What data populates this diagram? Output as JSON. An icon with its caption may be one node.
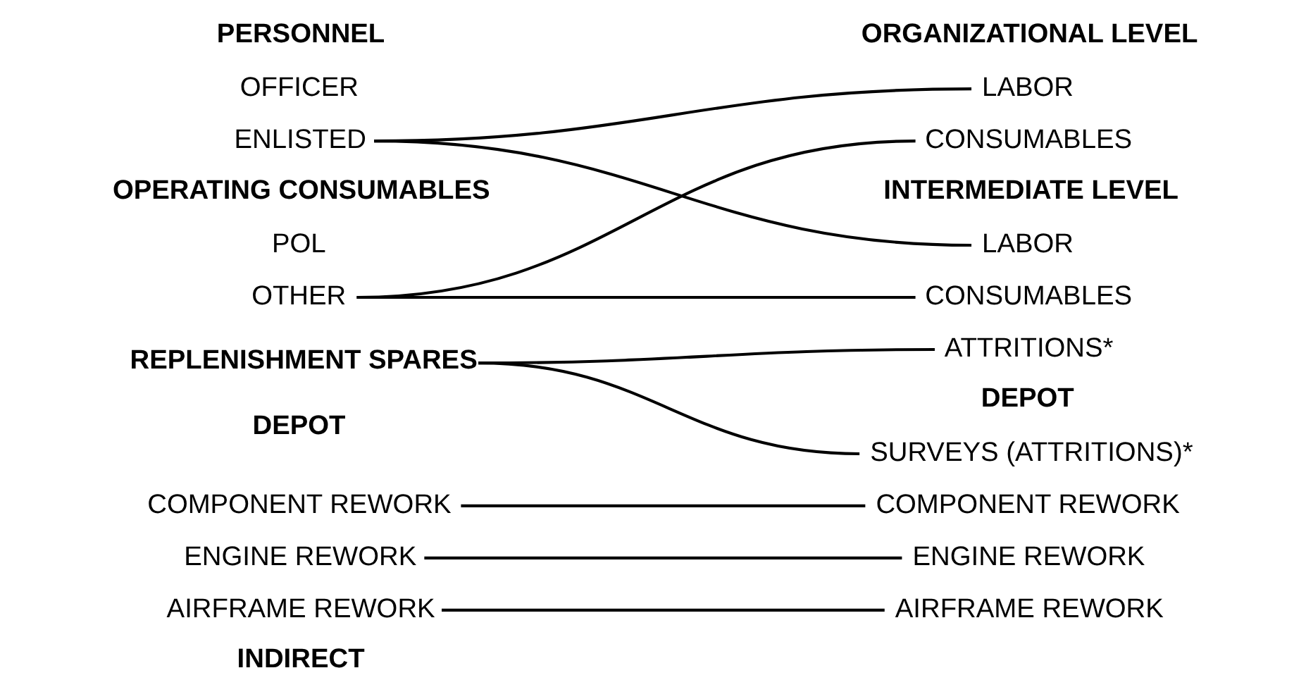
{
  "diagram": {
    "nodes": [
      {
        "text": [
          "OFFICER"
        ]
      },
      {
        "text": [
          "ENLISTED"
        ]
      },
      {
        "text": [
          "POL"
        ]
      },
      {
        "text": [
          "OTHER"
        ]
      },
      {
        "text": [
          "REPLENISHMENT SPARES"
        ]
      },
      {
        "text": [
          "COMPONENT REWORK"
        ]
      },
      {
        "text": [
          "ENGINE REWORK"
        ]
      },
      {
        "text": [
          "AIRFRAME REWORK"
        ]
      },
      {
        "text": [
          "LABOR"
        ]
      },
      {
        "text": [
          "CONSUMABLES"
        ]
      },
      {
        "text": [
          "LABOR"
        ]
      },
      {
        "text": [
          "CONSUMABLES"
        ]
      },
      {
        "text": [
          "ATTRITIONS*"
        ]
      },
      {
        "text": [
          "SURVEYS (ATTRITIONS)*"
        ]
      },
      {
        "text": [
          "COMPONENT REWORK"
        ]
      },
      {
        "text": [
          "ENGINE REWORK"
        ]
      },
      {
        "text": [
          "AIRFRAME REWORK"
        ]
      }
    ],
    "edges": [
      {
        "from": 1,
        "to": 8,
        "arrow": "none"
      },
      {
        "from": 1,
        "to": 10,
        "arrow": "none"
      },
      {
        "from": 3,
        "to": 9,
        "arrow": "none"
      },
      {
        "from": 3,
        "to": 11,
        "arrow": "none"
      },
      {
        "from": 4,
        "to": 12,
        "arrow": "none"
      },
      {
        "from": 4,
        "to": 13,
        "arrow": "none"
      },
      {
        "from": 5,
        "to": 14,
        "arrow": "none"
      },
      {
        "from": 6,
        "to": 15,
        "arrow": "none"
      },
      {
        "from": 7,
        "to": 16,
        "arrow": "none"
      }
    ],
    "labels": [
      "PERSONNEL",
      "OPERATING CONSUMABLES",
      "DEPOT",
      "INDIRECT",
      "ORGANIZATIONAL LEVEL",
      "INTERMEDIATE LEVEL",
      "DEPOT"
    ]
  }
}
